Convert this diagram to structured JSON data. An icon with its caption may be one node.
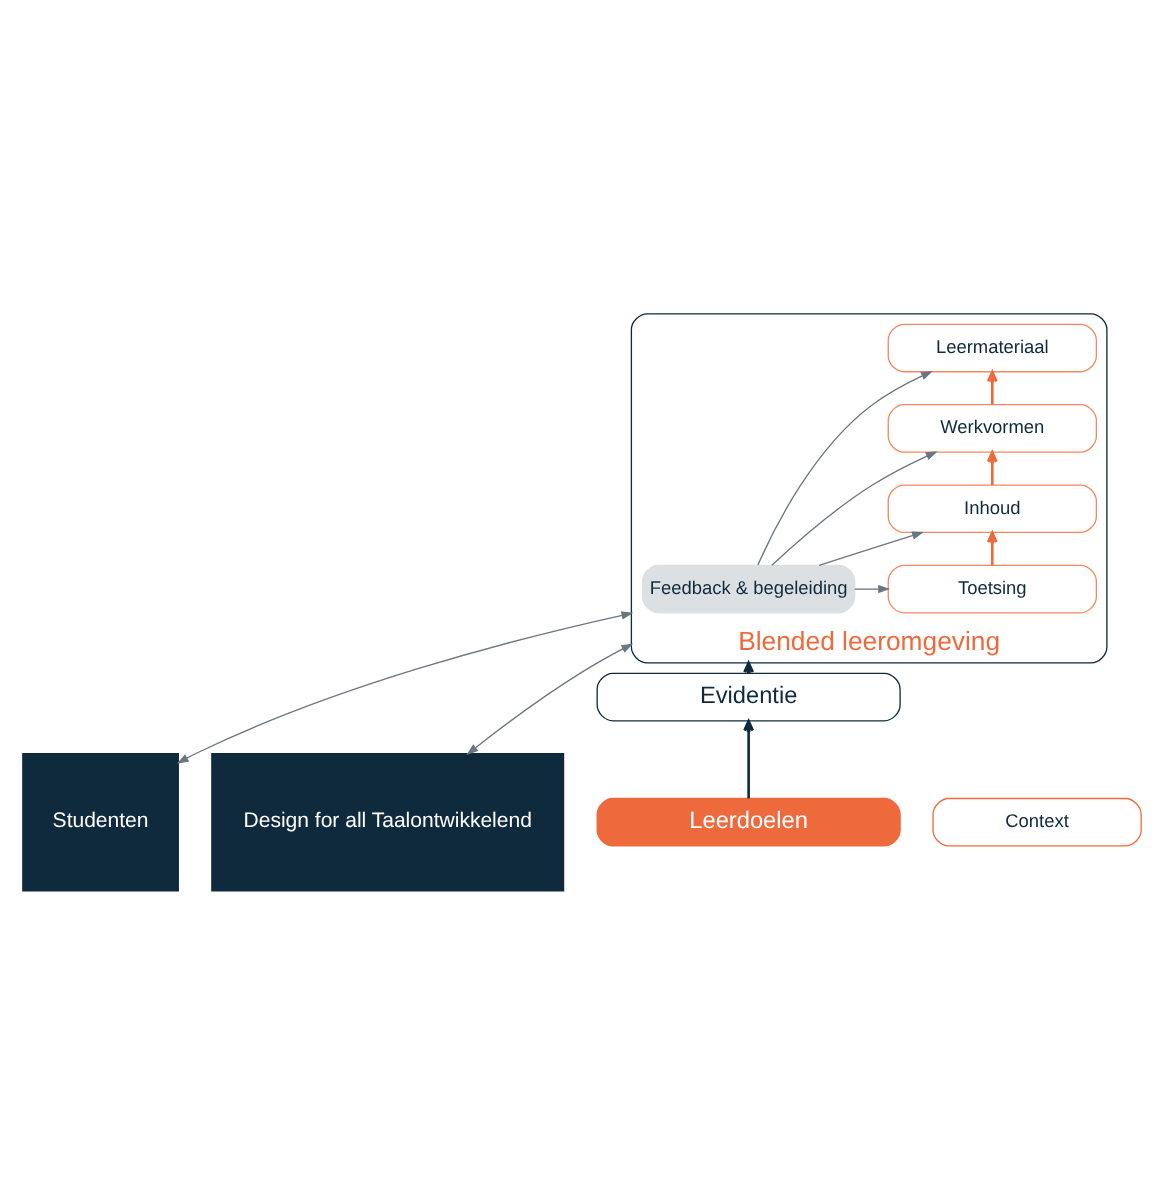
{
  "diagram": {
    "nodes": [
      {
        "text": [
          "Studenten"
        ]
      },
      {
        "text": [
          "Blended leeromgeving"
        ]
      },
      {
        "text": [
          "Leermateriaal"
        ],
        "in": 1
      },
      {
        "text": [
          "Werkvormen"
        ],
        "in": 1
      },
      {
        "text": [
          "Inhoud"
        ],
        "in": 1
      },
      {
        "text": [
          "Toetsing"
        ],
        "in": 1
      },
      {
        "text": [
          "Feedback & begeleiding"
        ],
        "in": 1
      },
      {
        "text": [
          "Design for all Taalontwikkelend"
        ]
      },
      {
        "text": [
          "Evidentie"
        ]
      },
      {
        "text": [
          "Leerdoelen"
        ]
      },
      {
        "text": [
          "Context"
        ]
      }
    ],
    "edges": [
      {
        "from": 0,
        "to": 1,
        "arrow": "both"
      },
      {
        "from": 1,
        "to": 7,
        "arrow": "both"
      },
      {
        "from": 6,
        "to": 2,
        "arrow": "to"
      },
      {
        "from": 6,
        "to": 3,
        "arrow": "to"
      },
      {
        "from": 6,
        "to": 4,
        "arrow": "to"
      },
      {
        "from": 6,
        "to": 5,
        "arrow": "to"
      },
      {
        "from": 3,
        "to": 2,
        "arrow": "to",
        "color": "#ee6a3c"
      },
      {
        "from": 4,
        "to": 3,
        "arrow": "to",
        "color": "#ee6a3c"
      },
      {
        "from": 5,
        "to": 4,
        "arrow": "to",
        "color": "#ee6a3c"
      },
      {
        "from": 8,
        "to": 1,
        "arrow": "to",
        "color": "#0f2a3d"
      },
      {
        "from": 9,
        "to": 8,
        "arrow": "to",
        "color": "#0f2a3d"
      }
    ]
  }
}
